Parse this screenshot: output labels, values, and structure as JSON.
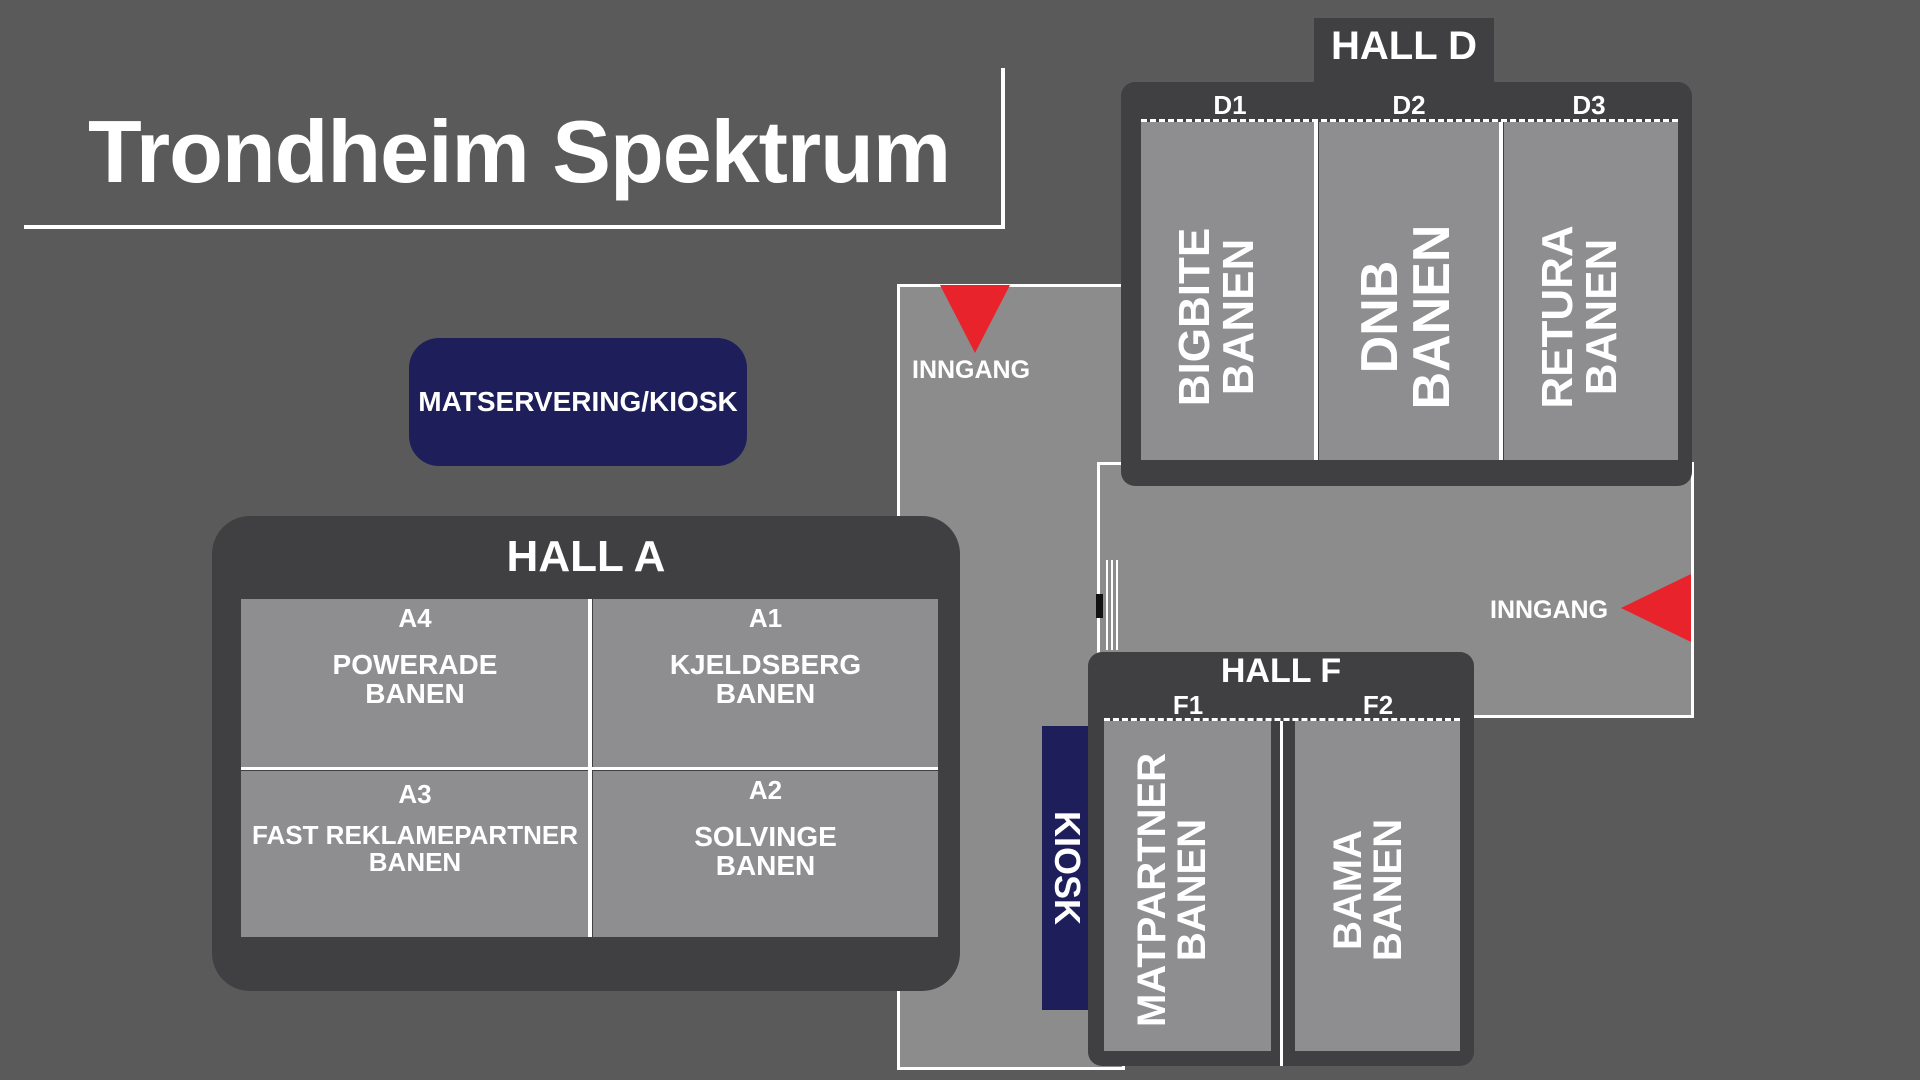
{
  "title": "Trondheim Spektrum",
  "colors": {
    "background": "#5a5a5a",
    "hall_frame": "#404042",
    "court": "#8e8e90",
    "corridor": "#8c8c8c",
    "kiosk": "#1e1f5a",
    "entrance_marker": "#e8232b"
  },
  "food_service": "MATSERVERING/KIOSK",
  "kiosk_side": "KIOSK",
  "entrances": {
    "top": "INNGANG",
    "right": "INNGANG"
  },
  "hall_a": {
    "label": "HALL A",
    "courts": [
      {
        "code": "A4",
        "line1": "POWERADE",
        "line2": "BANEN"
      },
      {
        "code": "A1",
        "line1": "KJELDSBERG",
        "line2": "BANEN"
      },
      {
        "code": "A3",
        "line1": "FAST REKLAMEPARTNER",
        "line2": "BANEN"
      },
      {
        "code": "A2",
        "line1": "SOLVINGE",
        "line2": "BANEN"
      }
    ]
  },
  "hall_d": {
    "label": "HALL D",
    "courts": [
      {
        "code": "D1",
        "line1": "BIGBITE",
        "line2": "BANEN"
      },
      {
        "code": "D2",
        "line1": "DNB",
        "line2": "BANEN"
      },
      {
        "code": "D3",
        "line1": "RETURA",
        "line2": "BANEN"
      }
    ]
  },
  "hall_f": {
    "label": "HALL F",
    "courts": [
      {
        "code": "F1",
        "line1": "MATPARTNER",
        "line2": "BANEN"
      },
      {
        "code": "F2",
        "line1": "BAMA",
        "line2": "BANEN"
      }
    ]
  }
}
